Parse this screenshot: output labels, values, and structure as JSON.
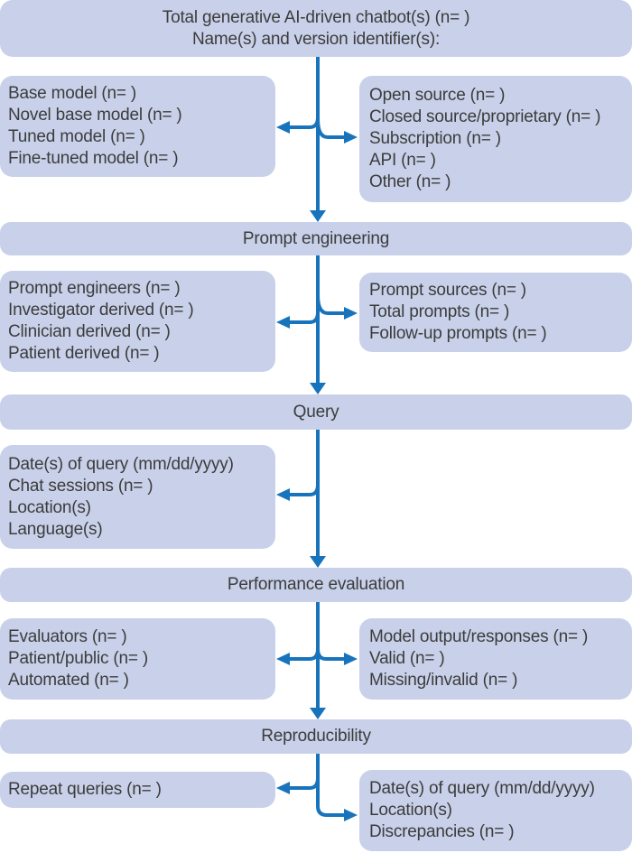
{
  "colors": {
    "box_fill": "#c8d1e9",
    "arrow": "#1774bc",
    "text": "#3c3c3c",
    "background": "#ffffff"
  },
  "top_box": {
    "line1": "Total generative AI-driven chatbot(s) (n= )",
    "line2": "Name(s) and version identifier(s):"
  },
  "stage_bands": {
    "prompt_engineering": "Prompt engineering",
    "query": "Query",
    "performance_evaluation": "Performance evaluation",
    "reproducibility": "Reproducibility"
  },
  "boxes": {
    "model_types": {
      "lines": [
        "Base model (n= )",
        "Novel base model (n= )",
        "Tuned model (n= )",
        "Fine-tuned model (n= )"
      ]
    },
    "access_types": {
      "lines": [
        "Open source (n= )",
        "Closed source/proprietary (n= )",
        "Subscription (n= )",
        "API (n= )",
        "Other (n= )"
      ]
    },
    "prompt_engineers": {
      "lines": [
        "Prompt engineers (n= )",
        "Investigator derived (n= )",
        "Clinician derived (n= )",
        "Patient derived (n= )"
      ]
    },
    "prompt_sources": {
      "lines": [
        "Prompt sources (n= )",
        "Total prompts (n= )",
        "Follow-up prompts (n= )"
      ]
    },
    "query_details": {
      "lines": [
        "Date(s) of query (mm/dd/yyyy)",
        "Chat sessions (n= )",
        "Location(s)",
        "Language(s)"
      ]
    },
    "evaluators": {
      "lines": [
        "Evaluators (n= )",
        "Patient/public (n= )",
        "Automated (n= )"
      ]
    },
    "model_output": {
      "lines": [
        "Model output/responses (n= )",
        "Valid (n= )",
        "Missing/invalid (n= )"
      ]
    },
    "repeat_queries": {
      "lines": [
        "Repeat queries (n= )"
      ]
    },
    "repeat_details": {
      "lines": [
        "Date(s) of query (mm/dd/yyyy)",
        "Location(s)",
        "Discrepancies (n= )"
      ]
    }
  }
}
